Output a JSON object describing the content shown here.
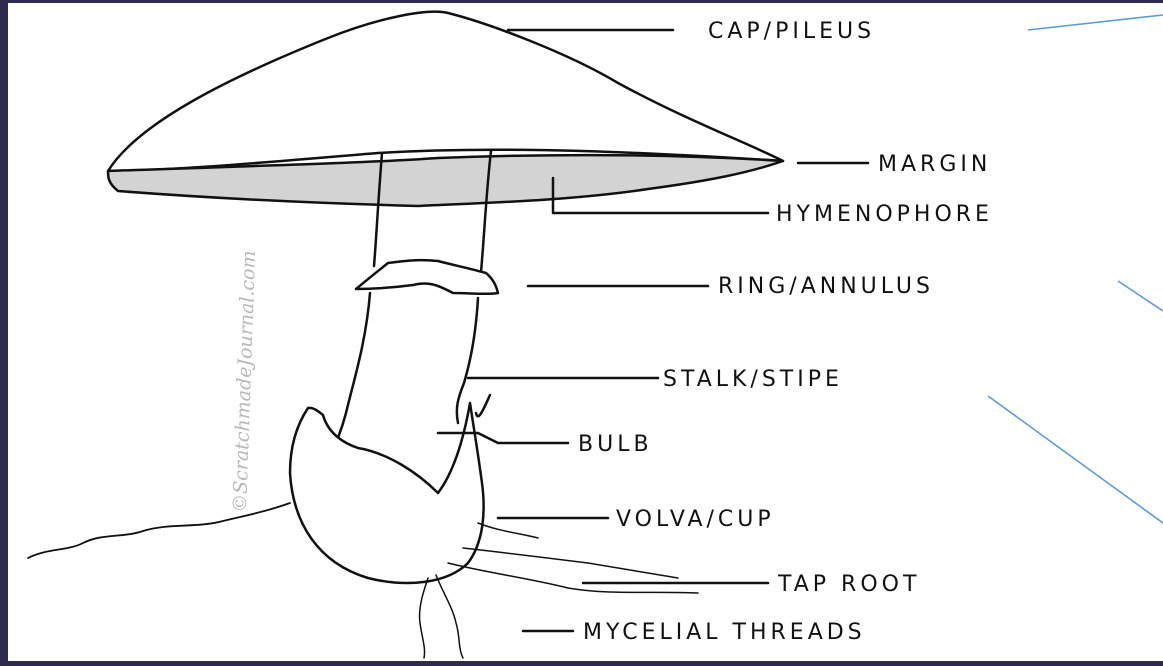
{
  "diagram": {
    "labels": {
      "cap": "CAP/PILEUS",
      "margin": "MARGIN",
      "hymenophore": "HYMENOPHORE",
      "ring": "RING/ANNULUS",
      "stalk": "STALK/STIPE",
      "bulb": "BULB",
      "volva": "VOLVA/CUP",
      "taproot": "TAP ROOT",
      "mycelial": "MYCELIAL THREADS"
    },
    "watermark": "©ScratchmadeJournal.com"
  },
  "colors": {
    "frame": "#2e2c4e",
    "background": "#ffffff",
    "ink": "#111111",
    "gill_shade": "#d3d3d3",
    "pointer_blue": "#5b9bd5"
  }
}
